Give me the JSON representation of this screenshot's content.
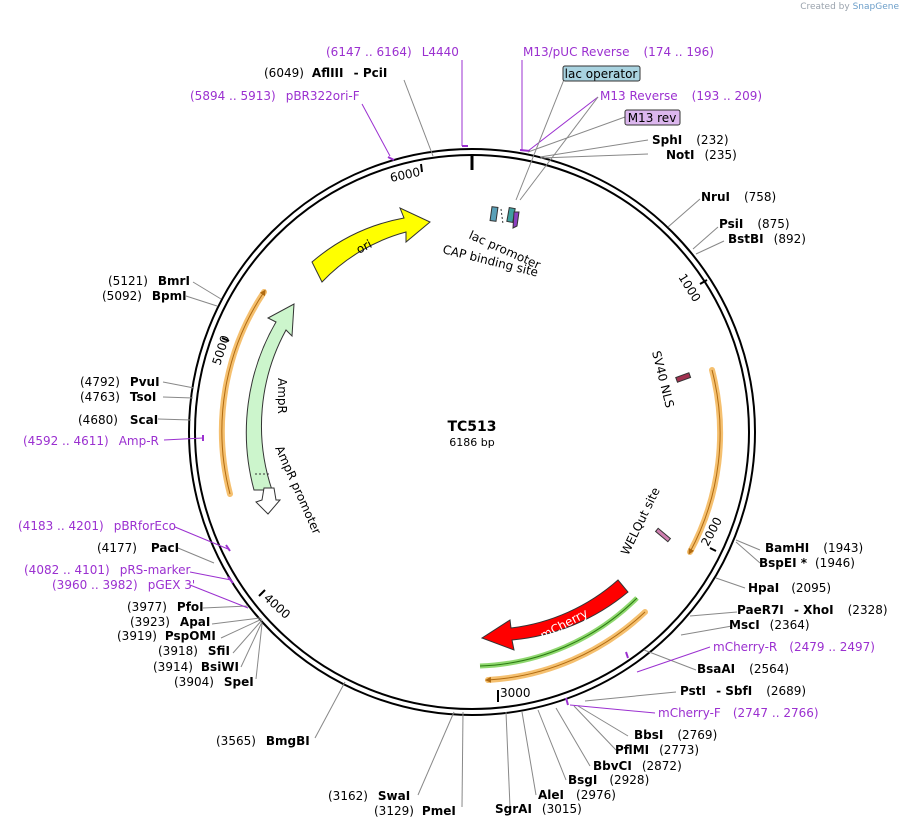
{
  "watermark": {
    "created_by": "Created by",
    "brand": "SnapGene"
  },
  "plasmid": {
    "name": "TC513",
    "length_text": "6186 bp",
    "length": 6186
  },
  "ticks": [
    {
      "label": "1000"
    },
    {
      "label": "2000"
    },
    {
      "label": "3000"
    },
    {
      "label": "4000"
    },
    {
      "label": "5000"
    },
    {
      "label": "6000"
    }
  ],
  "enzymes": [
    {
      "name": "AflIII",
      "name2": "PciI",
      "pos": "(6049)"
    },
    {
      "name": "SphI",
      "pos": "(232)"
    },
    {
      "name": "NotI",
      "pos": "(235)"
    },
    {
      "name": "NruI",
      "pos": "(758)"
    },
    {
      "name": "PsiI",
      "pos": "(875)"
    },
    {
      "name": "BstBI",
      "pos": "(892)"
    },
    {
      "name": "BamHI",
      "pos": "(1943)"
    },
    {
      "name": "BspEI *",
      "pos": "(1946)"
    },
    {
      "name": "HpaI",
      "pos": "(2095)"
    },
    {
      "name": "PaeR7I",
      "name2": "XhoI",
      "pos": "(2328)"
    },
    {
      "name": "MscI",
      "pos": "(2364)"
    },
    {
      "name": "BsaAI",
      "pos": "(2564)"
    },
    {
      "name": "PstI",
      "name2": "SbfI",
      "pos": "(2689)"
    },
    {
      "name": "BbsI",
      "pos": "(2769)"
    },
    {
      "name": "PflMI",
      "pos": "(2773)"
    },
    {
      "name": "BbvCI",
      "pos": "(2872)"
    },
    {
      "name": "BsgI",
      "pos": "(2928)"
    },
    {
      "name": "AleI",
      "pos": "(2976)"
    },
    {
      "name": "SgrAI",
      "pos": "(3015)"
    },
    {
      "name": "PmeI",
      "pos": "(3129)"
    },
    {
      "name": "SwaI",
      "pos": "(3162)"
    },
    {
      "name": "BmgBI",
      "pos": "(3565)"
    },
    {
      "name": "SpeI",
      "pos": "(3904)"
    },
    {
      "name": "BsiWI",
      "pos": "(3914)"
    },
    {
      "name": "SfiI",
      "pos": "(3918)"
    },
    {
      "name": "PspOMI",
      "pos": "(3919)"
    },
    {
      "name": "ApaI",
      "pos": "(3923)"
    },
    {
      "name": "PfoI",
      "pos": "(3977)"
    },
    {
      "name": "PacI",
      "pos": "(4177)"
    },
    {
      "name": "ScaI",
      "pos": "(4680)"
    },
    {
      "name": "TsoI",
      "pos": "(4763)"
    },
    {
      "name": "PvuI",
      "pos": "(4792)"
    },
    {
      "name": "BpmI",
      "pos": "(5092)"
    },
    {
      "name": "BmrI",
      "pos": "(5121)"
    }
  ],
  "primers": [
    {
      "name": "L4440",
      "range": "(6147 .. 6164)"
    },
    {
      "name": "pBR322ori-F",
      "range": "(5894 .. 5913)"
    },
    {
      "name": "M13/pUC Reverse",
      "range": "(174 .. 196)"
    },
    {
      "name": "M13 Reverse",
      "range": "(193 .. 209)"
    },
    {
      "name": "mCherry-R",
      "range": "(2479 .. 2497)"
    },
    {
      "name": "mCherry-F",
      "range": "(2747 .. 2766)"
    },
    {
      "name": "Amp-R",
      "range": "(4592 .. 4611)"
    },
    {
      "name": "pBRforEco",
      "range": "(4183 .. 4201)"
    },
    {
      "name": "pRS-marker",
      "range": "(4082 .. 4101)"
    },
    {
      "name": "pGEX 3'",
      "range": "(3960 .. 3982)"
    }
  ],
  "boxed_features": [
    {
      "name": "lac operator",
      "color": "#a9d3e0"
    },
    {
      "name": "M13 rev",
      "color": "#dcb7ee"
    }
  ],
  "features": [
    {
      "name": "ori",
      "color": "#ffff00"
    },
    {
      "name": "AmpR",
      "color": "#ccf5cc"
    },
    {
      "name": "AmpR promoter",
      "color": "#ffffff"
    },
    {
      "name": "mCherry",
      "color": "#ff0000"
    },
    {
      "name": "lac promoter"
    },
    {
      "name": "CAP binding site"
    },
    {
      "name": "SV40 NLS"
    },
    {
      "name": "WELQut site"
    }
  ],
  "colors": {
    "primer": "#9b30d0",
    "orf": "#f5c06f",
    "backbone": "#000000"
  }
}
